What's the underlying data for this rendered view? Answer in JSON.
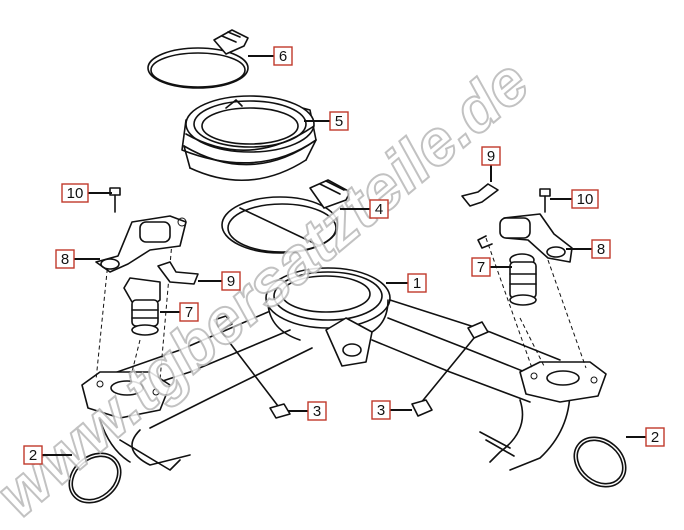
{
  "watermark": "www.tgbersatzteile.de",
  "colors": {
    "callout_border": "#c0392b",
    "line": "#111111",
    "watermark_outline": "#b8b8b8"
  },
  "callouts": [
    {
      "id": "c6",
      "label": "6"
    },
    {
      "id": "c5",
      "label": "5"
    },
    {
      "id": "c4",
      "label": "4"
    },
    {
      "id": "c1",
      "label": "1"
    },
    {
      "id": "c9a",
      "label": "9"
    },
    {
      "id": "c10a",
      "label": "10"
    },
    {
      "id": "c10b",
      "label": "10"
    },
    {
      "id": "c8a",
      "label": "8"
    },
    {
      "id": "c8b",
      "label": "8"
    },
    {
      "id": "c9b",
      "label": "9"
    },
    {
      "id": "c7a",
      "label": "7"
    },
    {
      "id": "c7b",
      "label": "7"
    },
    {
      "id": "c3a",
      "label": "3"
    },
    {
      "id": "c3b",
      "label": "3"
    },
    {
      "id": "c2a",
      "label": "2"
    },
    {
      "id": "c2b",
      "label": "2"
    }
  ]
}
